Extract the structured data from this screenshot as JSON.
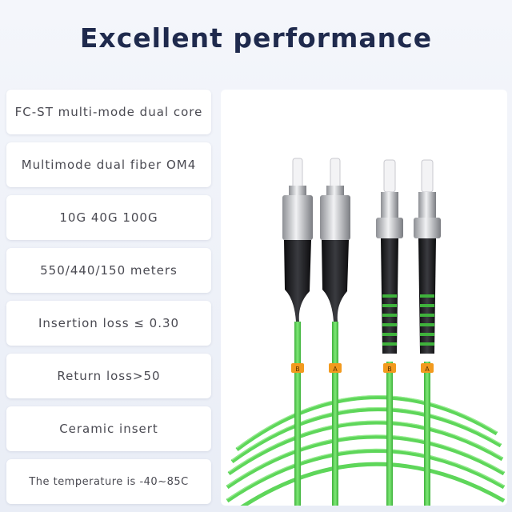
{
  "title": "Excellent  performance",
  "features": [
    "FC-ST multi-mode dual core",
    "Multimode dual fiber OM4",
    "10G  40G  100G",
    "550/440/150 meters",
    "Insertion loss ≤ 0.30",
    "Return loss>50",
    "Ceramic insert",
    "The temperature is -40~85C"
  ],
  "cable_labels": [
    "B",
    "A",
    "B",
    "A"
  ],
  "colors": {
    "title": "#1f2a4d",
    "cable_green": "#5ed65a",
    "label_orange": "#f29a1e"
  }
}
